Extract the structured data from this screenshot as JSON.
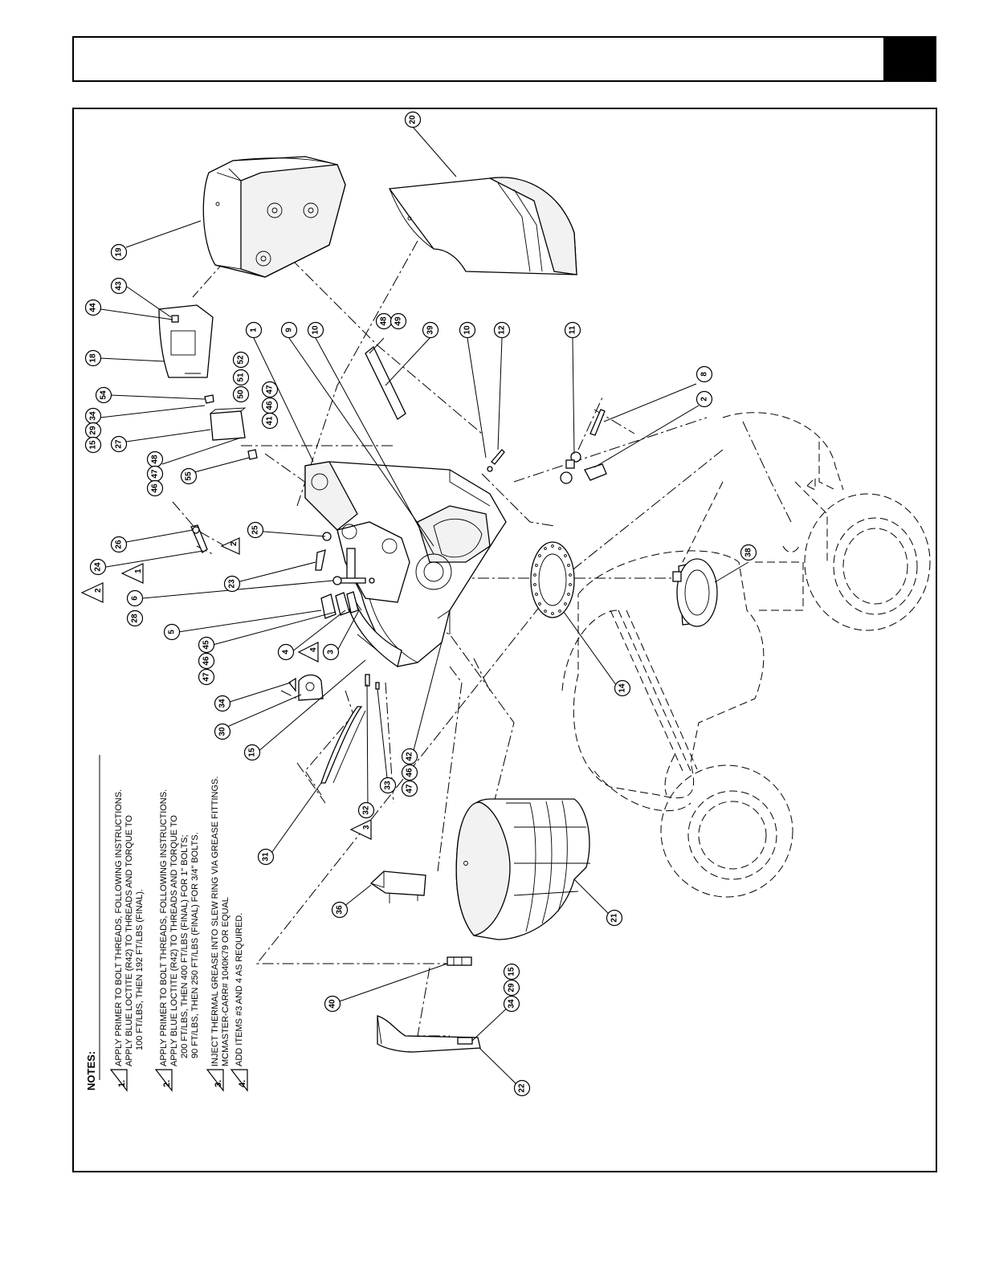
{
  "notes": {
    "title": "NOTES:",
    "items": [
      {
        "num": "1.",
        "lines": [
          "APPLY PRIMER TO BOLT THREADS, FOLLOWING INSTRUCTIONS.",
          "APPLY BLUE LOCTITE (R42) TO THREADS AND TORQUE TO",
          "100 FT/LBS, THEN 192 FT/LBS (FINAL)."
        ]
      },
      {
        "num": "2.",
        "lines": [
          "APPLY PRIMER TO BOLT THREADS, FOLLOWING INSTRUCTIONS.",
          "APPLY BLUE LOCTITE (R42) TO THREADS AND TORQUE TO",
          "200 FT/LBS, THEN 400 FT/LBS (FINAL) FOR 1\" BOLTS;",
          "90 FT/LBS, THEN 250 FT/LBS (FINAL) FOR 3/4\" BOLTS."
        ]
      },
      {
        "num": "3.",
        "lines": [
          "INJECT THERMAL GREASE INTO SLEW RING VIA GREASE FITTINGS.",
          "MCMASTER-CARR# 1040K79 OR EQUAL"
        ]
      },
      {
        "num": "4.",
        "lines": [
          "ADD ITEMS #3 AND 4 AS REQUIRED."
        ]
      }
    ]
  },
  "balloons": {
    "b1": "1",
    "b2": "2",
    "b3": "3",
    "b4": "4",
    "b5": "5",
    "b6": "6",
    "b8": "8",
    "b9": "9",
    "b10a": "10",
    "b10b": "10",
    "b11": "11",
    "b12": "12",
    "b14": "14",
    "b15a": "15",
    "b15b": "15",
    "b15c": "15",
    "b18": "18",
    "b19": "19",
    "b20": "20",
    "b21": "21",
    "b22": "22",
    "b23": "23",
    "b24": "24",
    "b25": "25",
    "b26": "26",
    "b27": "27",
    "b28": "28",
    "b29a": "29",
    "b29b": "29",
    "b30": "30",
    "b31": "31",
    "b32": "32",
    "b33": "33",
    "b34a": "34",
    "b34b": "34",
    "b34c": "34",
    "b36": "36",
    "b38": "38",
    "b39": "39",
    "b40": "40",
    "b41": "41",
    "b42": "42",
    "b43": "43",
    "b44": "44",
    "b45": "45",
    "b46a": "46",
    "b46b": "46",
    "b46c": "46",
    "b46d": "46",
    "b47a": "47",
    "b47b": "47",
    "b47c": "47",
    "b47d": "47",
    "b48a": "48",
    "b48b": "48",
    "b49": "49",
    "b50": "50",
    "b51": "51",
    "b52": "52",
    "b54": "54",
    "b55": "55"
  },
  "note_flags": {
    "t1": "1",
    "t2a": "2",
    "t2b": "2",
    "t3": "3",
    "t4": "4"
  }
}
